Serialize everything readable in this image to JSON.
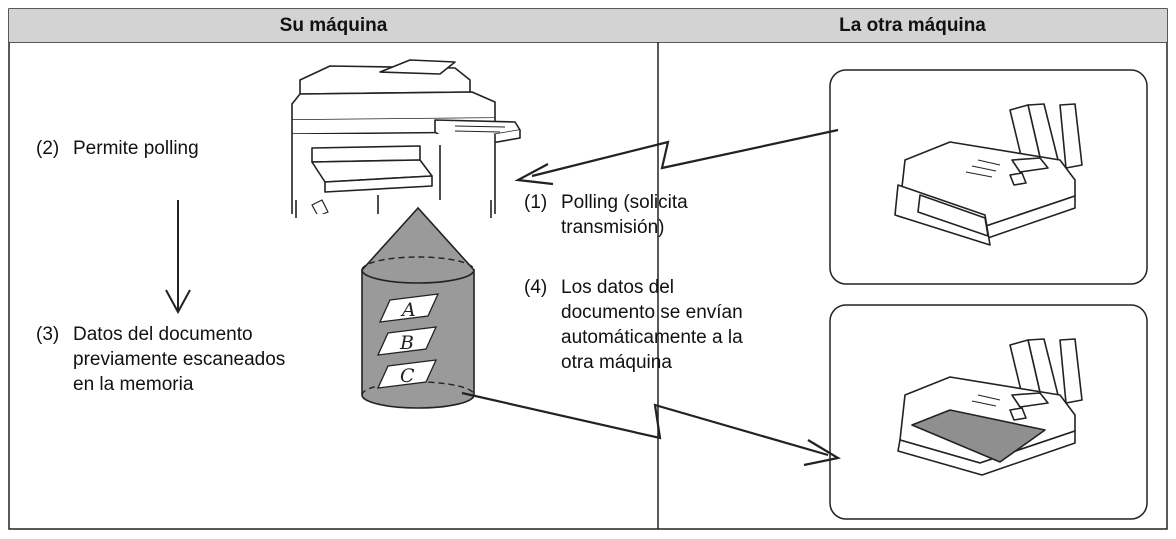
{
  "header": {
    "left": "Su máquina",
    "right": "La otra máquina"
  },
  "steps": {
    "step1": {
      "num": "(1)",
      "lines": [
        "Polling (solicita",
        "transmisión)"
      ]
    },
    "step2": {
      "num": "(2)",
      "lines": [
        "Permite polling"
      ]
    },
    "step3": {
      "num": "(3)",
      "lines": [
        "Datos del documento",
        "previamente escaneados",
        "en la memoria"
      ]
    },
    "step4": {
      "num": "(4)",
      "lines": [
        "Los datos del",
        "documento se envían",
        "automáticamente a la",
        "otra máquina"
      ]
    }
  },
  "memory_pages": [
    "A",
    "B",
    "C"
  ],
  "colors": {
    "header_bg": "#d3d3d3",
    "cone_gray": "#9a9a9a",
    "paper_gray": "#8f8f8f"
  }
}
